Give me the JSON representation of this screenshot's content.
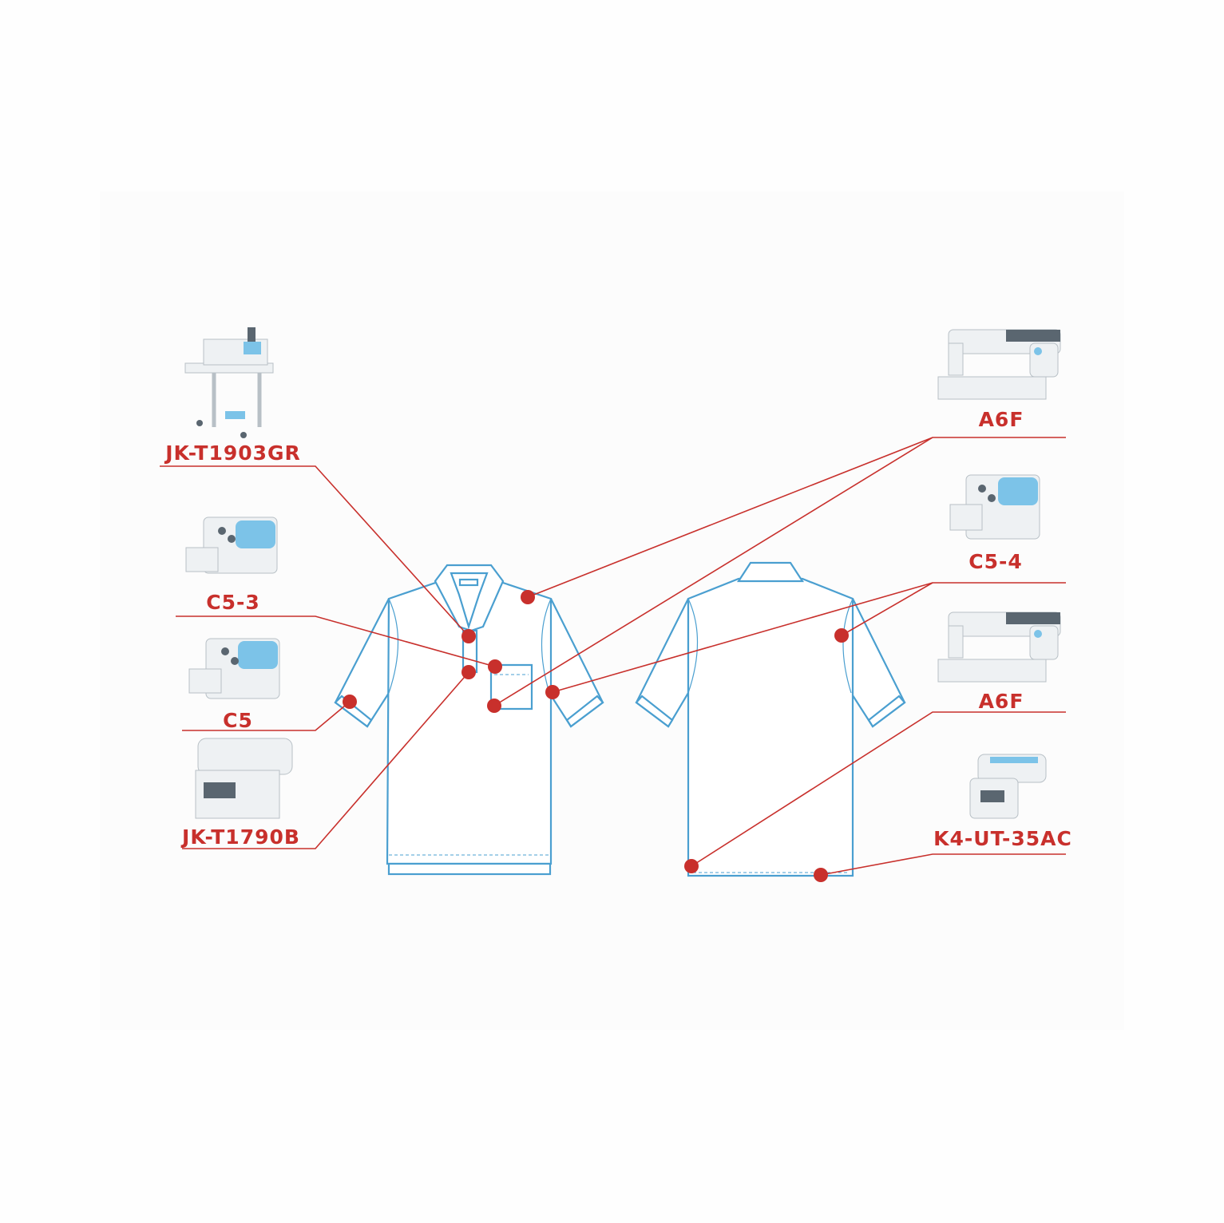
{
  "labels": {
    "left": [
      "JK-T1903GR",
      "C5-3",
      "C5",
      "JK-T1790B"
    ],
    "right": [
      "A6F",
      "C5-4",
      "A6F",
      "K4-UT-35AC"
    ]
  },
  "colors": {
    "accent": "#c8302c",
    "garment": "#4a9fd0"
  }
}
